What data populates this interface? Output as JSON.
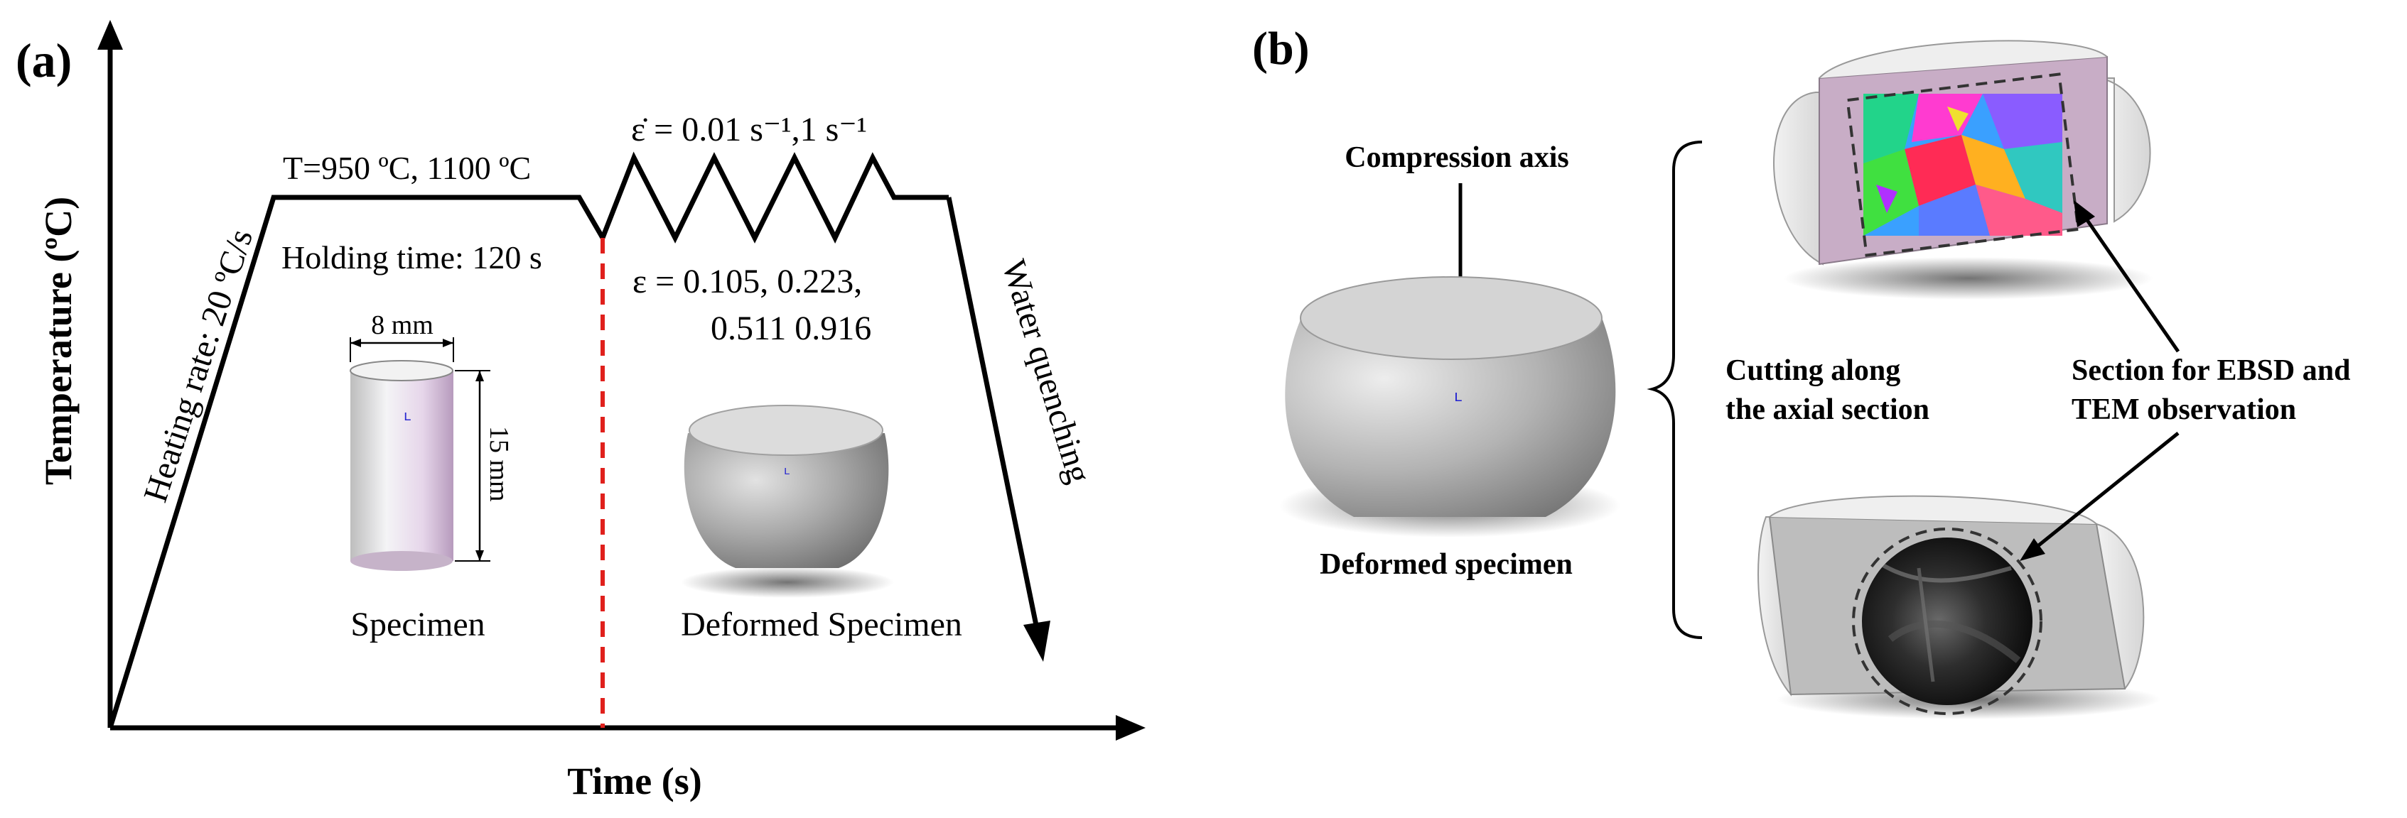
{
  "panel_a": {
    "label": "(a)",
    "y_axis_label": "Temperature (ºC)",
    "x_axis_label": "Time (s)",
    "heating_rate": "Heating rate: 20 ºC/s",
    "temperature": "T=950 ºC, 1100 ºC",
    "holding_time": "Holding time: 120 s",
    "strain_rate": "ε̇ = 0.01 s⁻¹,1 s⁻¹",
    "strain_line1": "ε = 0.105, 0.223,",
    "strain_line2": "0.511 0.916",
    "water_quenching": "Water quenching",
    "dim_diameter": "8 mm",
    "dim_height": "15 mm",
    "specimen_label": "Specimen",
    "deformed_label": "Deformed Specimen"
  },
  "panel_b": {
    "label": "(b)",
    "compression_axis": "Compression axis",
    "deformed_label": "Deformed specimen",
    "cutting_line1": "Cutting along",
    "cutting_line2": "the axial section",
    "section_line1": "Section for EBSD and",
    "section_line2": "TEM observation"
  },
  "colors": {
    "line": "#000000",
    "dashed_marker": "#e0201c",
    "section_face": "#c9adc7",
    "specimen_gray": "#9a9a9a"
  }
}
